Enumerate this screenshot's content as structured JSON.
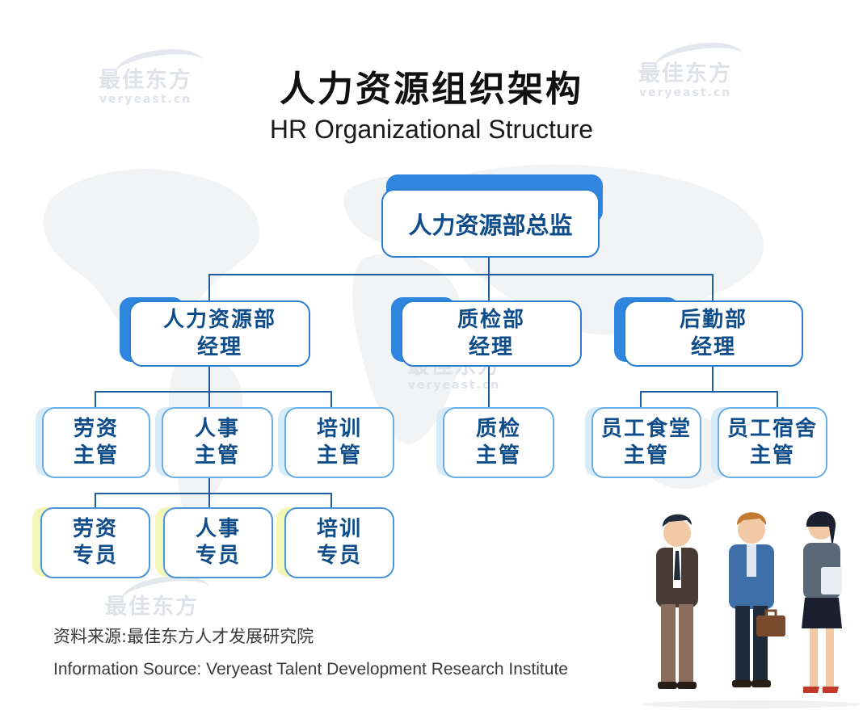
{
  "watermark": {
    "brand_cn": "最佳东方",
    "brand_en": "veryeast.cn"
  },
  "title_cn": "人力资源组织架构",
  "title_en": "HR Organizational Structure",
  "org": {
    "director": {
      "label": "人力资源部总监"
    },
    "hr_manager": {
      "line1": "人力资源部",
      "line2": "经理"
    },
    "qc_manager": {
      "line1": "质检部",
      "line2": "经理"
    },
    "logistics_manager": {
      "line1": "后勤部",
      "line2": "经理"
    },
    "labor_supervisor": {
      "line1": "劳资",
      "line2": "主管"
    },
    "personnel_supervisor": {
      "line1": "人事",
      "line2": "主管"
    },
    "training_supervisor": {
      "line1": "培训",
      "line2": "主管"
    },
    "qc_supervisor": {
      "line1": "质检",
      "line2": "主管"
    },
    "canteen_supervisor": {
      "line1": "员工食堂",
      "line2": "主管"
    },
    "dorm_supervisor": {
      "line1": "员工宿舍",
      "line2": "主管"
    },
    "labor_specialist": {
      "line1": "劳资",
      "line2": "专员"
    },
    "personnel_specialist": {
      "line1": "人事",
      "line2": "专员"
    },
    "training_specialist": {
      "line1": "培训",
      "line2": "专员"
    }
  },
  "source_cn": "资料来源:最佳东方人才发展研究院",
  "source_en": "Information Source: Veryeast Talent Development Research Institute",
  "colors": {
    "primary": "#2c7fd0",
    "text": "#0f4d8a",
    "line": "#1d5ea3"
  }
}
